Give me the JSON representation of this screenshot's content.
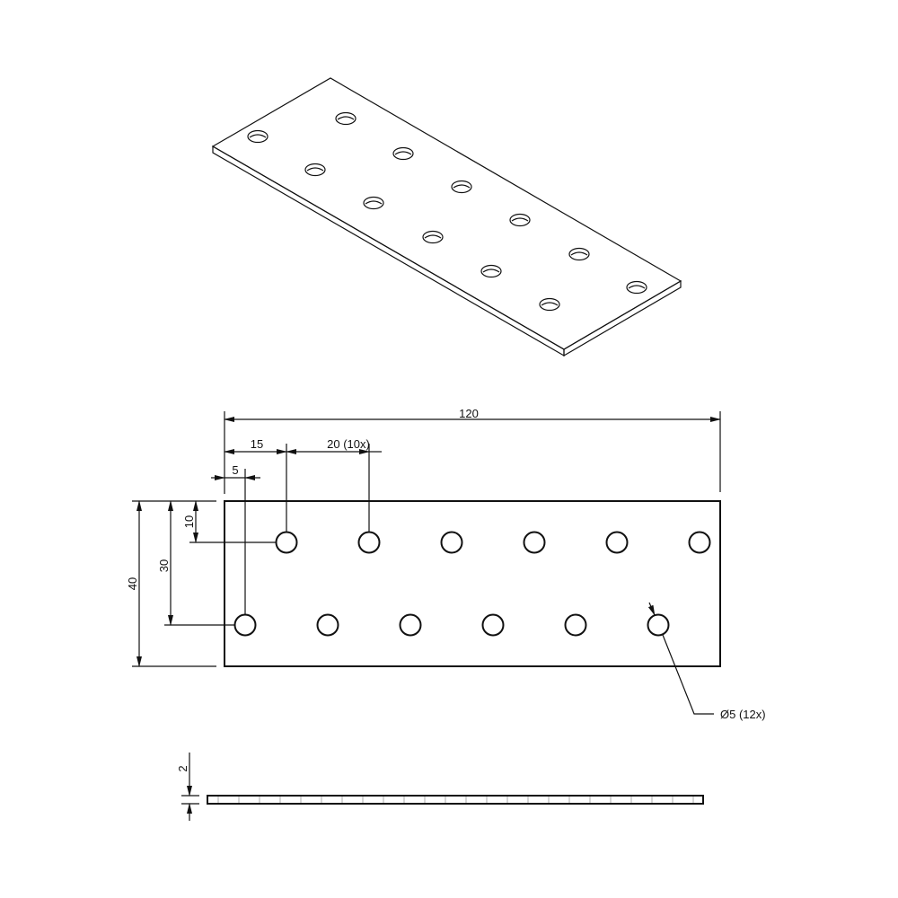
{
  "drawing": {
    "dimensions": {
      "overall_length": "120",
      "first_hole_offset": "15",
      "hole_pitch": "20 (10x)",
      "bottom_row_offset": "5",
      "overall_width": "40",
      "bottom_row_height": "30",
      "top_row_height": "10",
      "hole_callout": "Ø5  (12x)",
      "thickness": "2"
    },
    "hole_count": 12,
    "line_color": "#111111"
  }
}
